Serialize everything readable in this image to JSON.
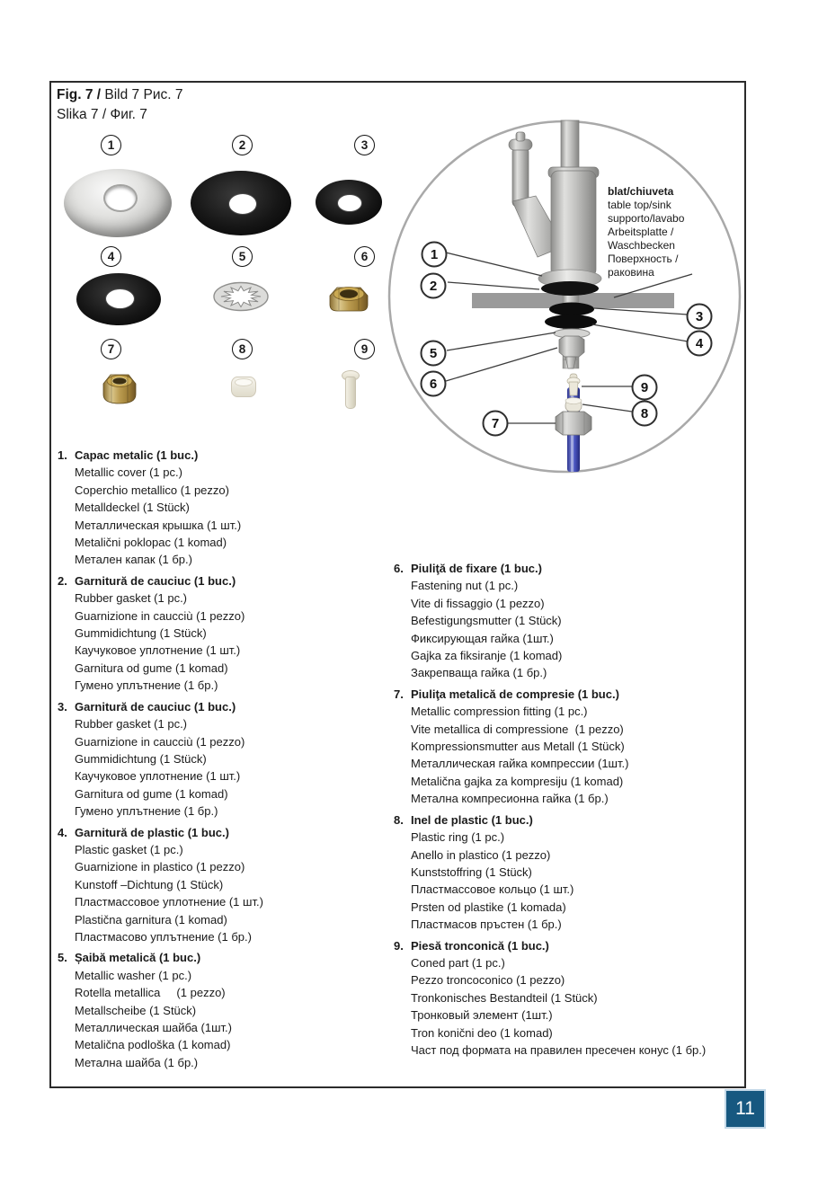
{
  "figure_header": {
    "fig_bold": "Fig. 7 /",
    "fig_rest": " Bild 7  Рис. 7",
    "line2": "Slika 7 / Фиг. 7"
  },
  "grid": {
    "numbers": [
      "1",
      "2",
      "3",
      "4",
      "5",
      "6",
      "7",
      "8",
      "9"
    ],
    "part_names": [
      "metallic-cover",
      "rubber-gasket-large",
      "rubber-gasket-small",
      "plastic-gasket",
      "metallic-star-washer",
      "fastening-nut",
      "compression-nut",
      "plastic-ring",
      "coned-part"
    ]
  },
  "diagram": {
    "callouts": {
      "c1": "1",
      "c2": "2",
      "c3": "3",
      "c4": "4",
      "c5": "5",
      "c6": "6",
      "c7": "7",
      "c8": "8",
      "c9": "9"
    },
    "surface_label": {
      "title": "blat/chiuveta",
      "lines": [
        "table top/sink",
        "supporto/lavabo",
        "Arbeitsplatte /",
        "Waschbecken",
        "Поверхность /",
        "раковина"
      ]
    }
  },
  "parts_list": {
    "left": [
      {
        "num": "1.",
        "title": "Capac metalic (1 buc.)",
        "lines": [
          "Metallic cover (1 pc.)",
          "Coperchio metallico (1 pezzo)",
          "Metalldeckel (1 Stück)",
          "Металлическая крышка (1 шт.)",
          "Metalični poklopac (1 komad)",
          "Метален капак (1 бр.)"
        ]
      },
      {
        "num": "2.",
        "title": "Garnitură de cauciuc (1 buc.)",
        "lines": [
          "Rubber gasket (1 pc.)",
          "Guarnizione in caucciù (1 pezzo)",
          "Gummidichtung (1 Stück)",
          "Каучуковое уплотнение (1 шт.)",
          "Garnitura od gume (1 komad)",
          "Гумено уплътнение (1 бр.)"
        ]
      },
      {
        "num": "3.",
        "title": "Garnitură de cauciuc (1 buc.)",
        "lines": [
          "Rubber gasket (1 pc.)",
          "Guarnizione in caucciù (1 pezzo)",
          "Gummidichtung (1 Stück)",
          "Каучуковое уплотнение (1 шт.)",
          "Garnitura od gume (1 komad)",
          "Гумено уплътнение (1 бр.)"
        ]
      },
      {
        "num": "4.",
        "title": "Garnitură de plastic (1 buc.)",
        "lines": [
          "Plastic gasket (1 pc.)",
          "Guarnizione in plastico (1 pezzo)",
          "Kunstoff –Dichtung (1 Stück)",
          "Пластмассовое уплотнение (1 шт.)",
          "Plastična garnitura (1 komad)",
          "Пластмасово уплътнение (1 бр.)"
        ]
      },
      {
        "num": "5.",
        "title": "Șaibă metalică (1 buc.)",
        "lines": [
          "Metallic washer (1 pc.)",
          "Rotella metallica     (1 pezzo)",
          "Metallscheibe (1 Stück)",
          "Металлическая шайба (1шт.)",
          "Metalična podloška (1 komad)",
          "Метална шайба (1 бр.)"
        ]
      }
    ],
    "right": [
      {
        "num": "6.",
        "title": "Piuliţă de fixare (1 buc.)",
        "lines": [
          "Fastening nut (1 pc.)",
          "Vite di fissaggio (1 pezzo)",
          "Befestigungsmutter (1 Stück)",
          "Фиксирующая гайка (1шт.)",
          "Gajka za fiksiranje (1 komad)",
          "Закрепваща гайка (1 бр.)"
        ]
      },
      {
        "num": "7.",
        "title": "Piuliţa metalică de compresie (1 buc.)",
        "lines": [
          "Metallic compression fitting (1 pc.)",
          "Vite metallica di compressione  (1 pezzo)",
          "Kompressionsmutter aus Metall (1 Stück)",
          "Металлическая гайка компрессии (1шт.)",
          "Metalična gajka za kompresiju (1 komad)",
          "Метална компресионна гайка (1 бр.)"
        ]
      },
      {
        "num": "8.",
        "title": "Inel de plastic (1 buc.)",
        "lines": [
          "Plastic ring (1 pc.)",
          "Anello in plastico (1 pezzo)",
          "Kunststoffring (1 Stück)",
          "Пластмассовое кольцо (1 шт.)",
          "Prsten od plastike (1 komada)",
          "Пластмасов пръстен (1 бр.)"
        ]
      },
      {
        "num": "9.",
        "title": "Piesă tronconică (1 buc.)",
        "lines": [
          "Coned part (1 pc.)",
          "Pezzo troncoconico (1 pezzo)",
          "Tronkonisches Bestandteil (1 Stück)",
          "Тронковый элемент (1шт.)",
          "Tron konični deo (1 komad)",
          "Част под формата на правилен пресечен конус (1 бр.)"
        ]
      }
    ]
  },
  "page_number": "11",
  "colors": {
    "page_badge_bg": "#175880",
    "tabletop_gray": "#9a9a9a",
    "hose_blue": "#3b449e"
  }
}
